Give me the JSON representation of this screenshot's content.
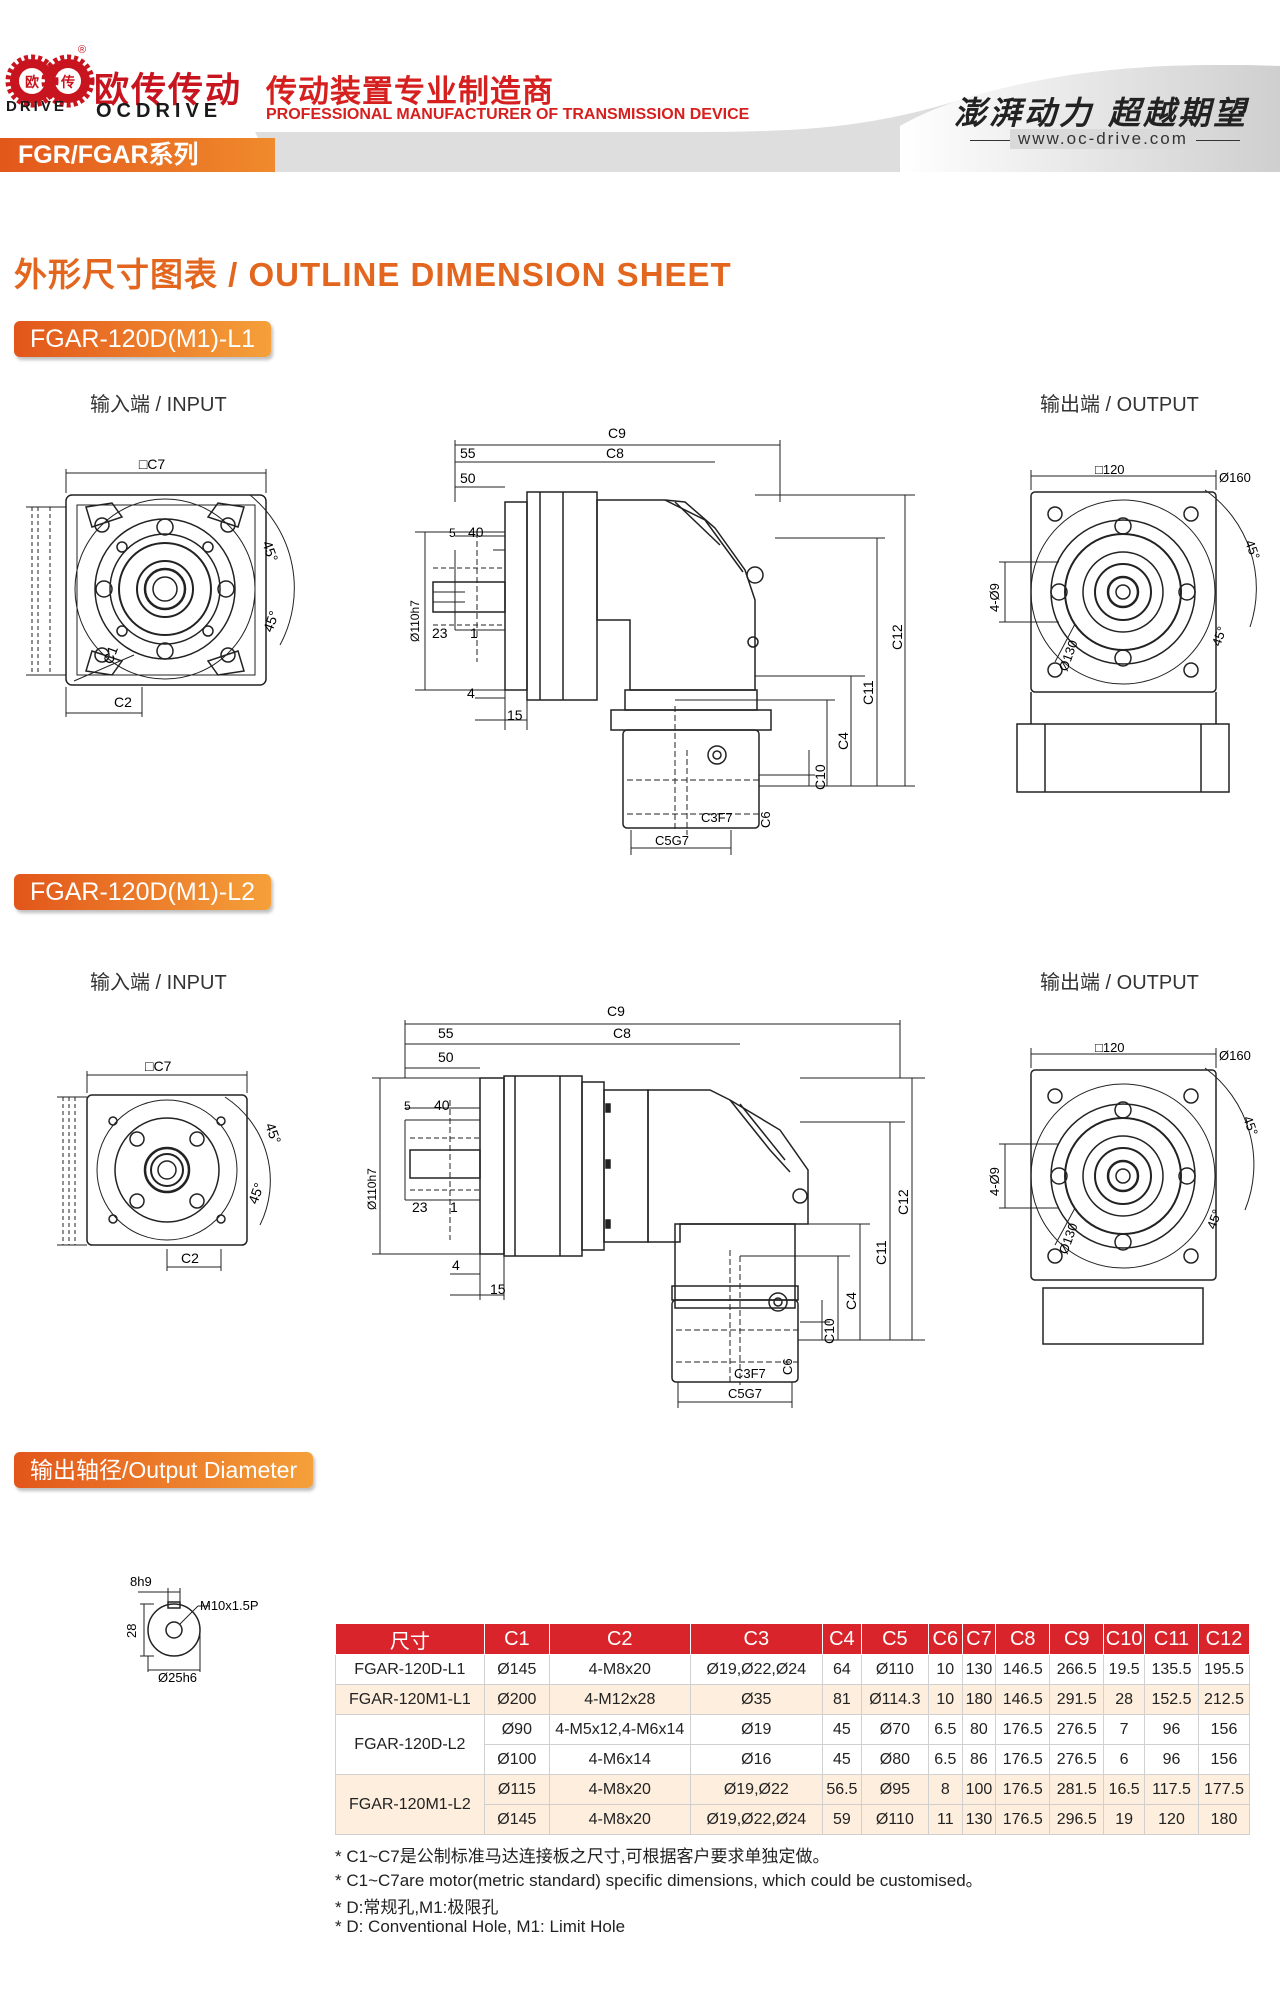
{
  "brand": {
    "logo_cn": "欧传传动",
    "logo_en": "OCDRIVE",
    "logo_badge": "DRIVE",
    "seal_left": "欧",
    "seal_right": "传",
    "registered": "®",
    "tagline_cn": "传动装置专业制造商",
    "tagline_en": "PROFESSIONAL MANUFACTURER OF TRANSMISSION DEVICE",
    "slogan": "澎湃动力 超越期望",
    "website": "www.oc-drive.com"
  },
  "series_label": "FGR/FGAR系列",
  "sheet_title": "外形尺寸图表 / OUTLINE DIMENSION SHEET",
  "sections": [
    {
      "model": "FGAR-120D(M1)-L1",
      "input_label": "输入端 / INPUT",
      "output_label": "输出端 / OUTPUT"
    },
    {
      "model": "FGAR-120D(M1)-L2",
      "input_label": "输入端 / INPUT",
      "output_label": "输出端 / OUTPUT"
    }
  ],
  "dim_labels": {
    "c7": "□C7",
    "c1": "C1",
    "c2": "C2",
    "deg45": "45°",
    "c9": "C9",
    "c8": "C8",
    "d55": "55",
    "d50": "50",
    "d5": "5",
    "d40": "40",
    "d110": "Ø110h7",
    "d23": "23",
    "d1": "1",
    "d4": "4",
    "d15": "15",
    "c12": "C12",
    "c11": "C11",
    "c4": "C4",
    "c10": "C10",
    "c3": "C3F7",
    "c6": "C6",
    "c5": "C5G7",
    "sq120": "□120",
    "d160": "Ø160",
    "holes": "4-Ø9",
    "d130": "Ø130"
  },
  "output_diameter": {
    "title": "输出轴径/Output Diameter",
    "key": "8h9",
    "height": "28",
    "thread": "M10x1.5P",
    "diameter": "Ø25h6"
  },
  "table": {
    "headers": [
      "尺寸",
      "C1",
      "C2",
      "C3",
      "C4",
      "C5",
      "C6",
      "C7",
      "C8",
      "C9",
      "C10",
      "C11",
      "C12"
    ],
    "rows": [
      {
        "model": "FGAR-120D-L1",
        "cells": [
          "Ø145",
          "4-M8x20",
          "Ø19,Ø22,Ø24",
          "64",
          "Ø110",
          "10",
          "130",
          "146.5",
          "266.5",
          "19.5",
          "135.5",
          "195.5"
        ]
      },
      {
        "model": "FGAR-120M1-L1",
        "cells": [
          "Ø200",
          "4-M12x28",
          "Ø35",
          "81",
          "Ø114.3",
          "10",
          "180",
          "146.5",
          "291.5",
          "28",
          "152.5",
          "212.5"
        ]
      },
      {
        "model": "FGAR-120D-L2",
        "cells": [
          "Ø90",
          "4-M5x12,4-M6x14",
          "Ø19",
          "45",
          "Ø70",
          "6.5",
          "80",
          "176.5",
          "276.5",
          "7",
          "96",
          "156"
        ]
      },
      {
        "model": "",
        "cells": [
          "Ø100",
          "4-M6x14",
          "Ø16",
          "45",
          "Ø80",
          "6.5",
          "86",
          "176.5",
          "276.5",
          "6",
          "96",
          "156"
        ]
      },
      {
        "model": "FGAR-120M1-L2",
        "cells": [
          "Ø115",
          "4-M8x20",
          "Ø19,Ø22",
          "56.5",
          "Ø95",
          "8",
          "100",
          "176.5",
          "281.5",
          "16.5",
          "117.5",
          "177.5"
        ]
      },
      {
        "model": "",
        "cells": [
          "Ø145",
          "4-M8x20",
          "Ø19,Ø22,Ø24",
          "59",
          "Ø110",
          "11",
          "130",
          "176.5",
          "296.5",
          "19",
          "120",
          "180"
        ]
      }
    ]
  },
  "notes": [
    "* C1~C7是公制标准马达连接板之尺寸,可根据客户要求单独定做。",
    "* C1~C7are motor(metric standard)  specific dimensions, which could be customised。",
    "* D:常规孔,M1:极限孔",
    "* D: Conventional Hole, M1: Limit Hole"
  ]
}
